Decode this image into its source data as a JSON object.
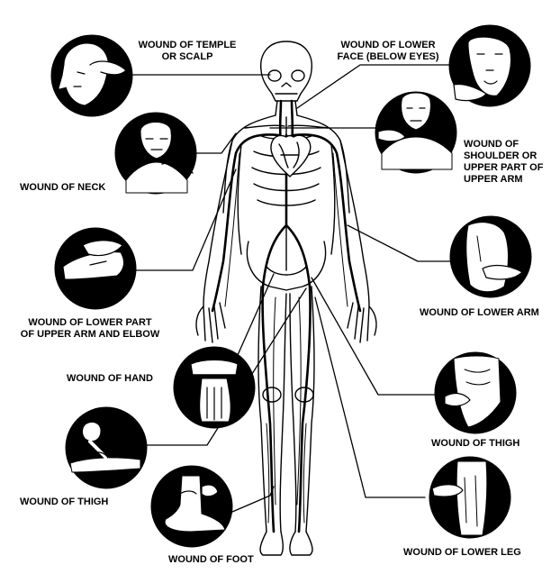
{
  "colors": {
    "ink": "#000000",
    "paper": "#ffffff"
  },
  "labels": {
    "temple": [
      "WOUND OF TEMPLE",
      "OR SCALP"
    ],
    "lower_face": [
      "WOUND OF LOWER",
      "FACE (BELOW EYES)"
    ],
    "neck": [
      "WOUND OF NECK"
    ],
    "shoulder": [
      "WOUND OF",
      "SHOULDER OR",
      "UPPER PART OF",
      "UPPER ARM"
    ],
    "lower_arm": [
      "WOUND OF LOWER ARM"
    ],
    "elbow": [
      "WOUND OF LOWER PART",
      "OF UPPER ARM AND ELBOW"
    ],
    "hand": [
      "WOUND OF HAND"
    ],
    "thigh_right": [
      "WOUND OF THIGH"
    ],
    "thigh_left": [
      "WOUND OF THIGH"
    ],
    "foot": [
      "WOUND OF FOOT"
    ],
    "lower_leg": [
      "WOUND OF LOWER LEG"
    ]
  },
  "icons": {
    "temple": "temple-pressure-point-icon",
    "lower_face": "jaw-pressure-point-icon",
    "neck": "neck-pressure-point-icon",
    "shoulder": "shoulder-pressure-point-icon",
    "lower_arm": "lower-arm-pressure-point-icon",
    "elbow": "upper-arm-pressure-point-icon",
    "hand": "wrist-pressure-point-icon",
    "thigh_right": "groin-pressure-point-icon",
    "thigh_left": "thigh-pressure-point-icon",
    "foot": "ankle-pressure-point-icon",
    "lower_leg": "knee-pressure-point-icon"
  }
}
